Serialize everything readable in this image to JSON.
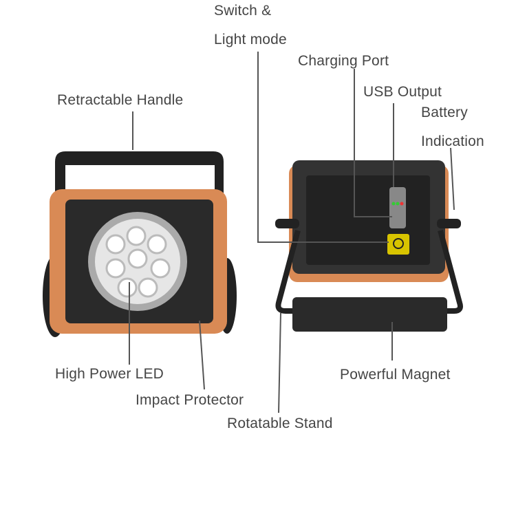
{
  "labels": {
    "switch_line1": "Switch &",
    "switch_line2": "Light mode",
    "charging_port": "Charging Port",
    "usb_output": "USB Output",
    "battery_line1": "Battery",
    "battery_line2": "Indication",
    "retractable_handle": "Retractable Handle",
    "high_power_led": "High Power LED",
    "impact_protector": "Impact Protector",
    "rotatable_stand": "Rotatable Stand",
    "powerful_magnet": "Powerful Magnet"
  },
  "colors": {
    "orange": "#d98a55",
    "body": "#2b2b2b",
    "line": "#555555"
  }
}
